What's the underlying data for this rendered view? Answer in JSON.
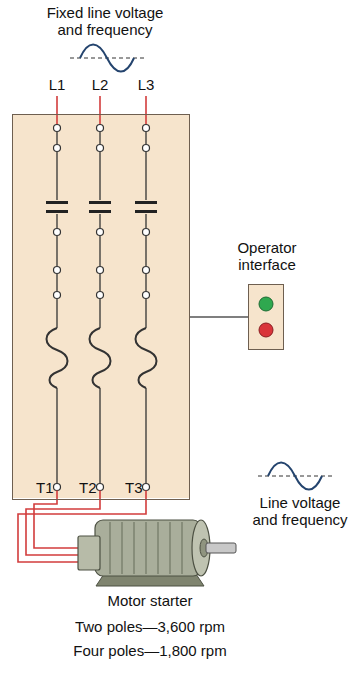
{
  "diagram": {
    "title": "Fixed line voltage and frequency",
    "nodes": [
      {
        "text": [
          "T1",
          "T2",
          "T3"
        ]
      },
      {
        "text": [
          "Operator interface"
        ]
      }
    ],
    "edges": [
      {
        "from": 0,
        "to": 1,
        "arrow": "none"
      }
    ],
    "labels": [
      "L1",
      "L2",
      "L3",
      "Line voltage and frequency",
      "Motor starter",
      "Two poles—3,600 rpm",
      "Four poles—1,800 rpm"
    ]
  }
}
